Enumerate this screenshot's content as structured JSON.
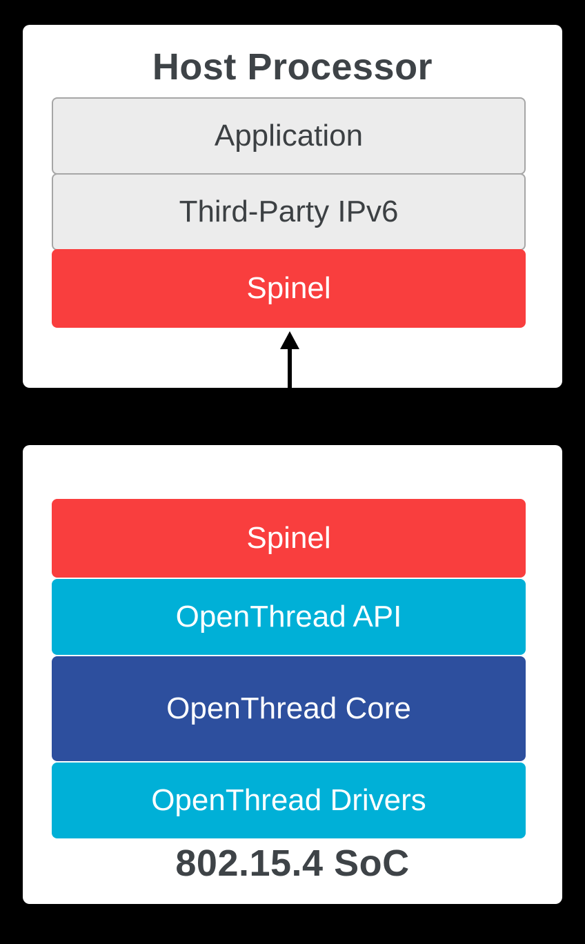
{
  "colors": {
    "background": "#000000",
    "panel": "#ffffff",
    "gray_bar_fill": "#ececec",
    "gray_bar_border": "#a6a6a6",
    "red": "#f93e3e",
    "cyan": "#00b0d7",
    "dark_blue": "#2d4f9e",
    "text_dark": "#3e4347",
    "text_light": "#ffffff"
  },
  "host": {
    "title": "Host Processor",
    "layers": [
      {
        "label": "Application",
        "style": "gray"
      },
      {
        "label": "Third-Party IPv6",
        "style": "gray"
      },
      {
        "label": "Spinel",
        "style": "red"
      }
    ]
  },
  "soc": {
    "title": "802.15.4 SoC",
    "layers": [
      {
        "label": "Spinel",
        "style": "red"
      },
      {
        "label": "OpenThread API",
        "style": "cyan"
      },
      {
        "label": "OpenThread Core",
        "style": "blue"
      },
      {
        "label": "OpenThread Drivers",
        "style": "cyan"
      }
    ]
  },
  "connector": {
    "type": "double-headed-arrow",
    "direction": "vertical",
    "meaning": "Spinel link between Host Processor and 802.15.4 SoC"
  }
}
